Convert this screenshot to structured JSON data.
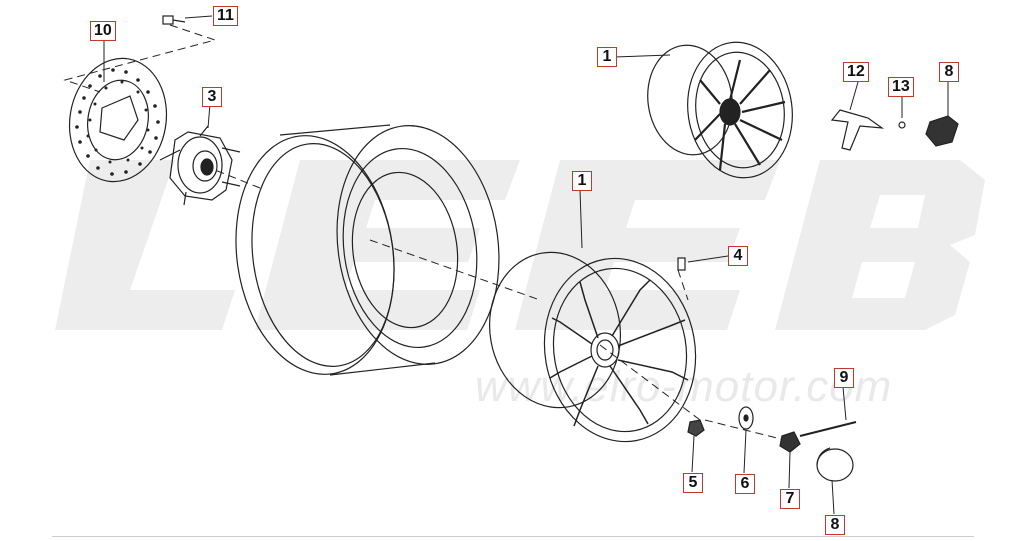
{
  "watermark": {
    "brand": "LEEB",
    "site": "www.elro-motor.com"
  },
  "colors": {
    "line": "#222222",
    "callout_border": "#c0392b",
    "watermark": "#ececec"
  },
  "callouts": [
    {
      "id": "c10",
      "label": "10"
    },
    {
      "id": "c11",
      "label": "11"
    },
    {
      "id": "c3",
      "label": "3"
    },
    {
      "id": "c1a",
      "label": "1"
    },
    {
      "id": "c12",
      "label": "12"
    },
    {
      "id": "c13",
      "label": "13"
    },
    {
      "id": "c8a",
      "label": "8"
    },
    {
      "id": "c1b",
      "label": "1"
    },
    {
      "id": "c4",
      "label": "4"
    },
    {
      "id": "c9",
      "label": "9"
    },
    {
      "id": "c5",
      "label": "5"
    },
    {
      "id": "c6",
      "label": "6"
    },
    {
      "id": "c7",
      "label": "7"
    },
    {
      "id": "c8b",
      "label": "8"
    }
  ]
}
